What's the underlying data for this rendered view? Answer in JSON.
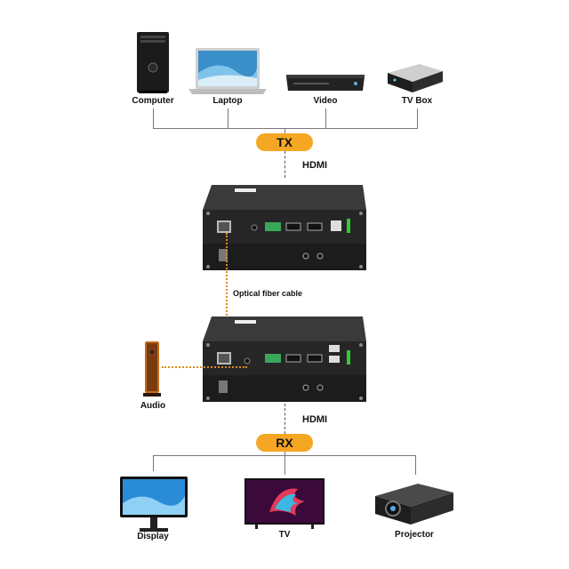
{
  "sources": [
    {
      "label": "Computer",
      "icon": "computer-tower-icon"
    },
    {
      "label": "Laptop",
      "icon": "laptop-icon"
    },
    {
      "label": "Video",
      "icon": "video-player-icon"
    },
    {
      "label": "TV Box",
      "icon": "tv-box-icon"
    }
  ],
  "tx_label": "TX",
  "rx_label": "RX",
  "hdmi_top": "HDMI",
  "hdmi_bottom": "HDMI",
  "fiber_label": "Optical fiber cable",
  "audio_label": "Audio",
  "outputs": [
    {
      "label": "Display",
      "icon": "monitor-icon"
    },
    {
      "label": "TV",
      "icon": "tv-icon"
    },
    {
      "label": "Projector",
      "icon": "projector-icon"
    }
  ],
  "colors": {
    "accent": "#f5a623",
    "fiber": "#e08a1a",
    "device": "#2b2b2b"
  }
}
